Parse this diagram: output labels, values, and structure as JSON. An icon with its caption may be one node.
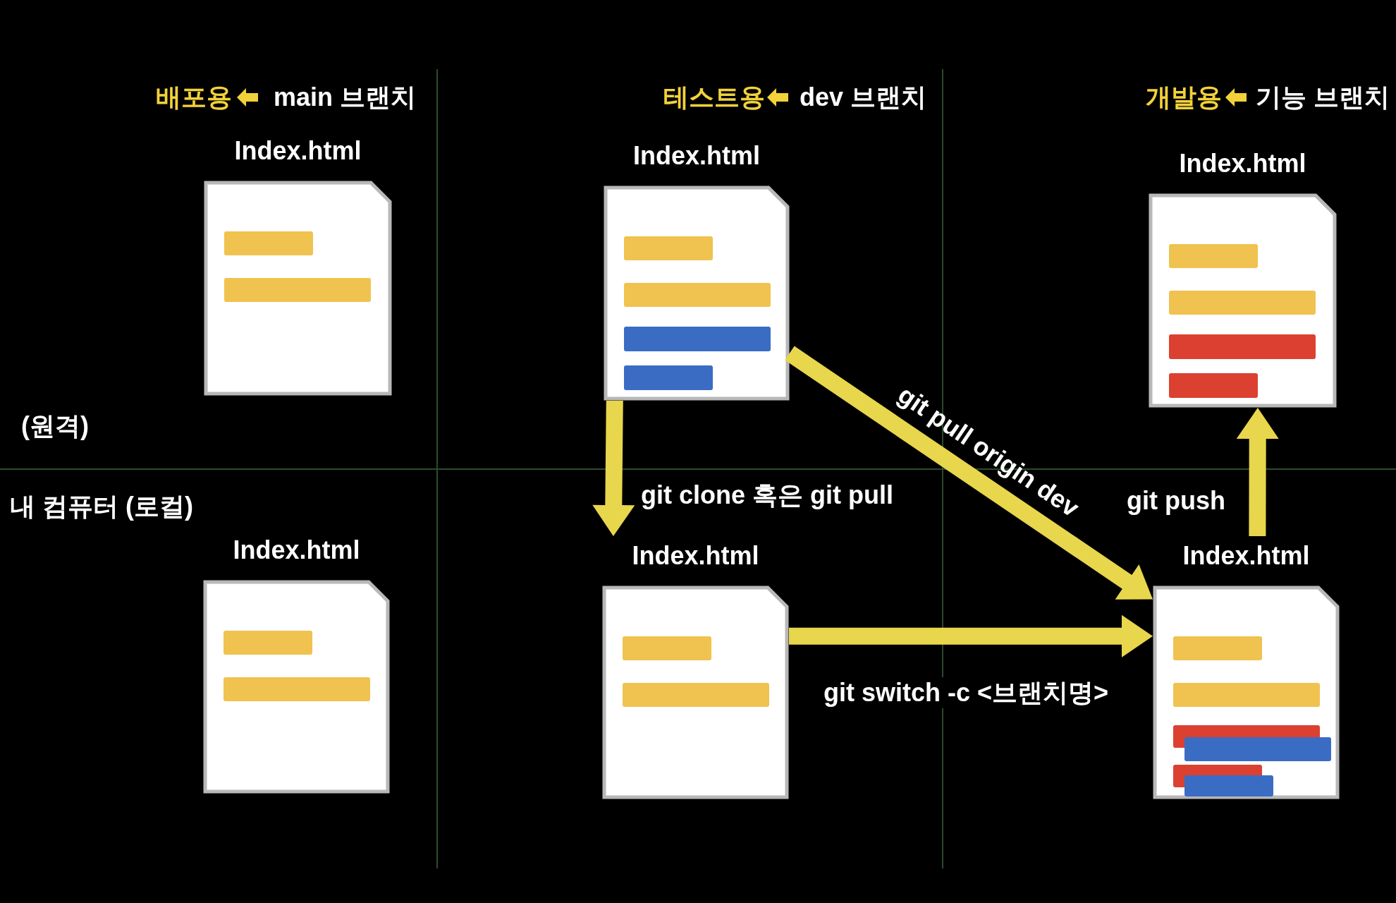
{
  "diagram": {
    "nodes": [
      {
        "text": [
          "Index.html"
        ]
      },
      {
        "text": [
          "Index.html"
        ]
      },
      {
        "text": [
          "Index.html"
        ]
      },
      {
        "text": [
          "Index.html"
        ]
      },
      {
        "text": [
          "Index.html"
        ]
      },
      {
        "text": [
          "Index.html"
        ]
      }
    ],
    "edges": [
      {
        "from": 1,
        "to": 4,
        "arrow": "to",
        "label": "git clone 혹은 git pull"
      },
      {
        "from": 1,
        "to": 5,
        "arrow": "to",
        "label": "git pull origin dev"
      },
      {
        "from": 4,
        "to": 5,
        "arrow": "to",
        "label": "git switch -c <브랜치명>"
      },
      {
        "from": 5,
        "to": 2,
        "arrow": "to",
        "label": "git push"
      }
    ],
    "labels": [
      "배포용",
      "main 브랜치",
      "테스트용",
      "dev 브랜치",
      "개발용",
      "기능 브랜치",
      "(원격)",
      "내 컴퓨터 (로컬)"
    ]
  }
}
